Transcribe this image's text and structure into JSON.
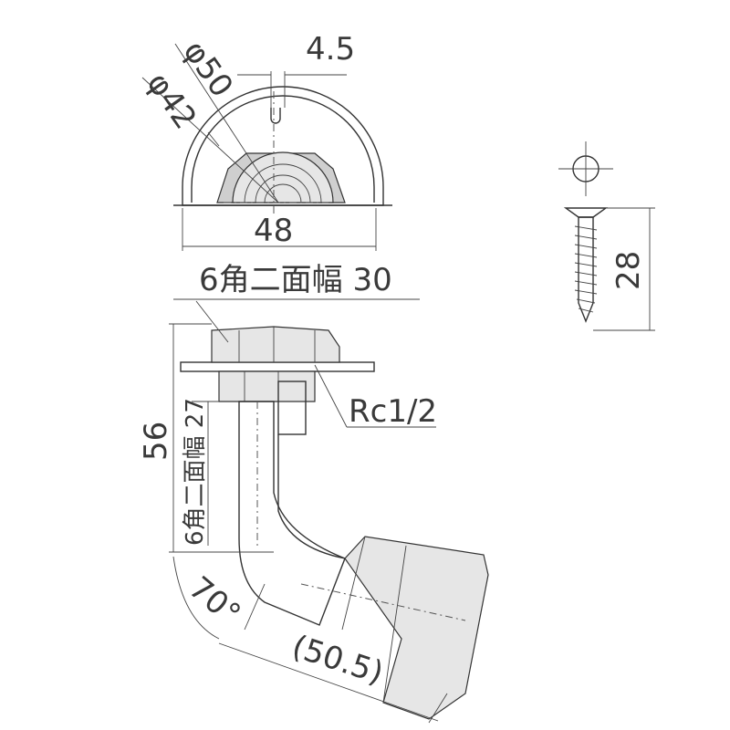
{
  "drawing": {
    "dimensions": {
      "slot_width": "4.5",
      "outer_diameter": "φ50",
      "inner_diameter": "φ42",
      "flange_width": "48",
      "hex_width_top": "6角二面幅 30",
      "thread": "Rc1/2",
      "height": "56",
      "hex_width_bottom": "6角二面幅 27",
      "angle": "70°",
      "elbow_length": "(50.5)",
      "screw_length": "28"
    }
  }
}
